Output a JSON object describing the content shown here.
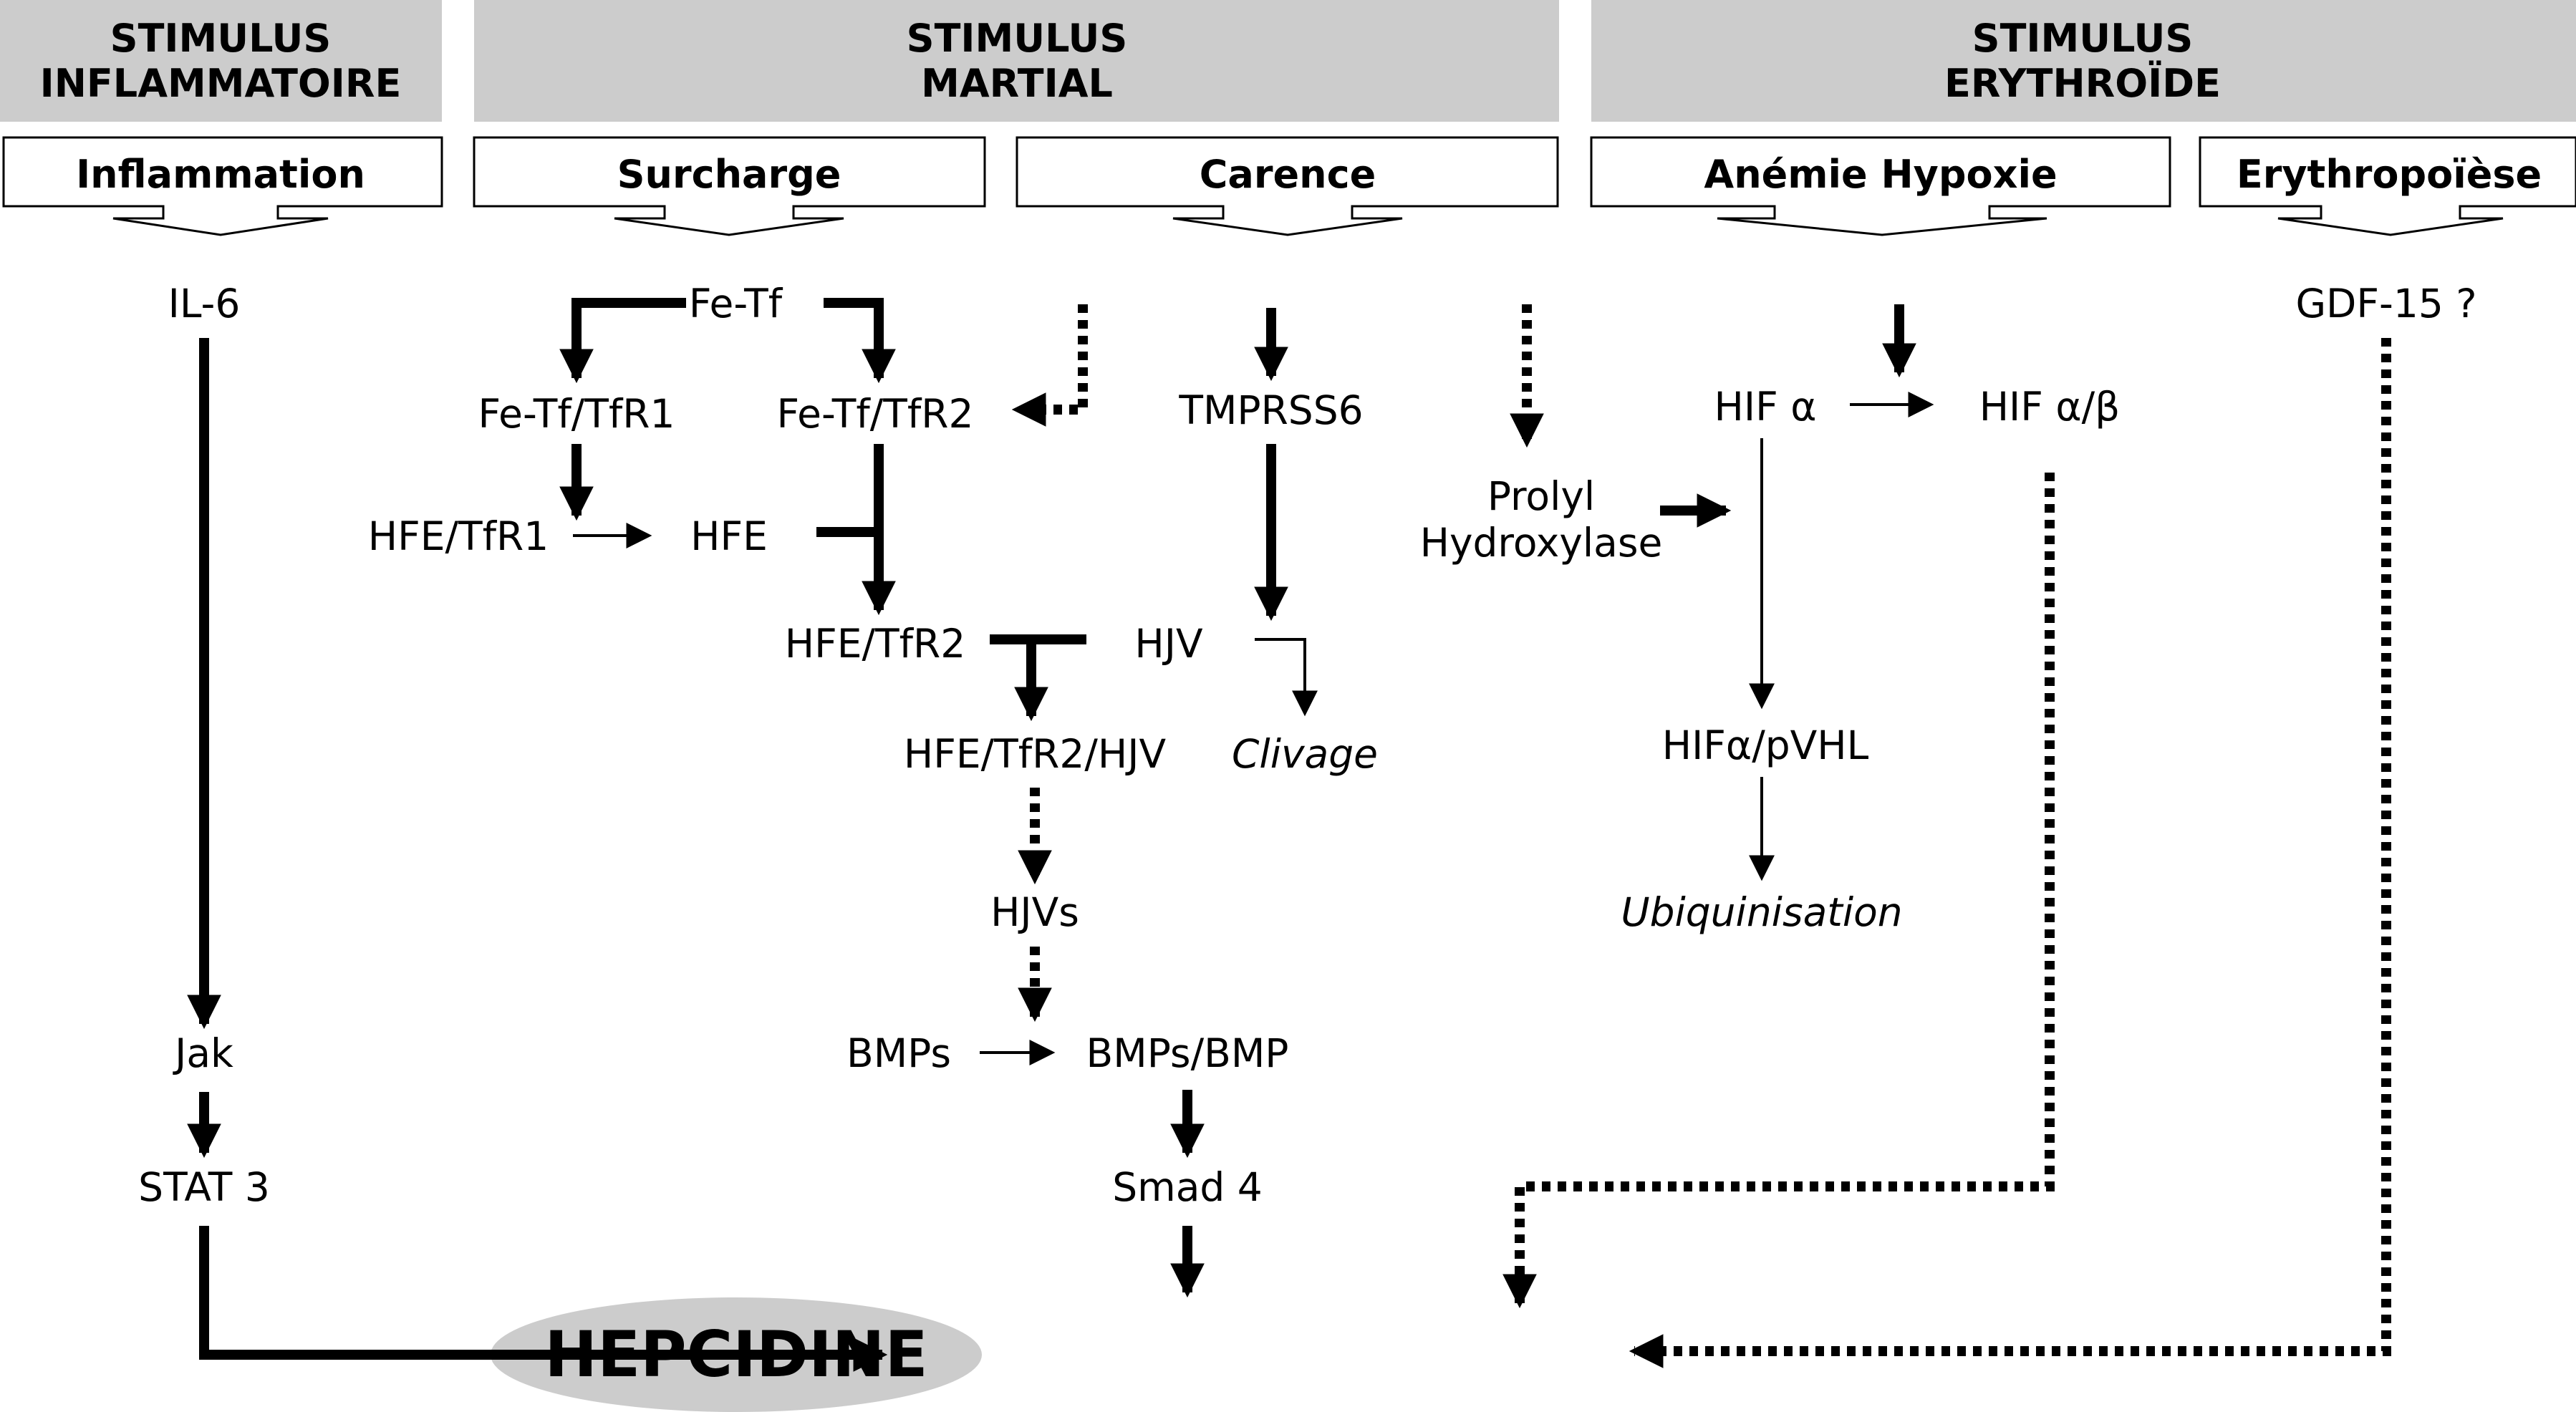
{
  "colors": {
    "header_bg": "#cccccc",
    "ellipse_bg": "#cccccc",
    "line": "#000000"
  },
  "headers": {
    "inflammatory": [
      "STIMULUS",
      "INFLAMMATOIRE"
    ],
    "iron": [
      "STIMULUS",
      "MARTIAL"
    ],
    "erythroid": [
      "STIMULUS",
      "ERYTHROÏDE"
    ]
  },
  "stimuli": {
    "inflammation": "Inflammation",
    "overload": "Surcharge",
    "deficiency": "Carence",
    "anemia_hypoxia": "Anémie Hypoxie",
    "erythropoiesis": "Erythropoïèse"
  },
  "nodes": {
    "il6": "IL-6",
    "jak": "Jak",
    "stat3": "STAT 3",
    "fe_tf": "Fe-Tf",
    "fe_tf_tfr1": "Fe-Tf/TfR1",
    "fe_tf_tfr2": "Fe-Tf/TfR2",
    "hfe_tfr1": "HFE/TfR1",
    "hfe": "HFE",
    "hfe_tfr2": "HFE/TfR2",
    "hjv": "HJV",
    "hfe_tfr2_hjv": "HFE/TfR2/HJV",
    "cleavage": "Clivage",
    "hjvs": "HJVs",
    "bmps": "BMPs",
    "bmps_bmp": "BMPs/BMP",
    "smad4": "Smad 4",
    "tmprss6": "TMPRSS6",
    "prolyl": [
      "Prolyl",
      "Hydroxylase"
    ],
    "hif_alpha": "HIF α",
    "hif_alpha_beta": "HIF α/β",
    "hif_pvhl": "HIFα/pVHL",
    "ubiquitination": "Ubiquinisation",
    "gdf15": "GDF-15 ?",
    "hepcidin": "HEPCIDINE"
  }
}
